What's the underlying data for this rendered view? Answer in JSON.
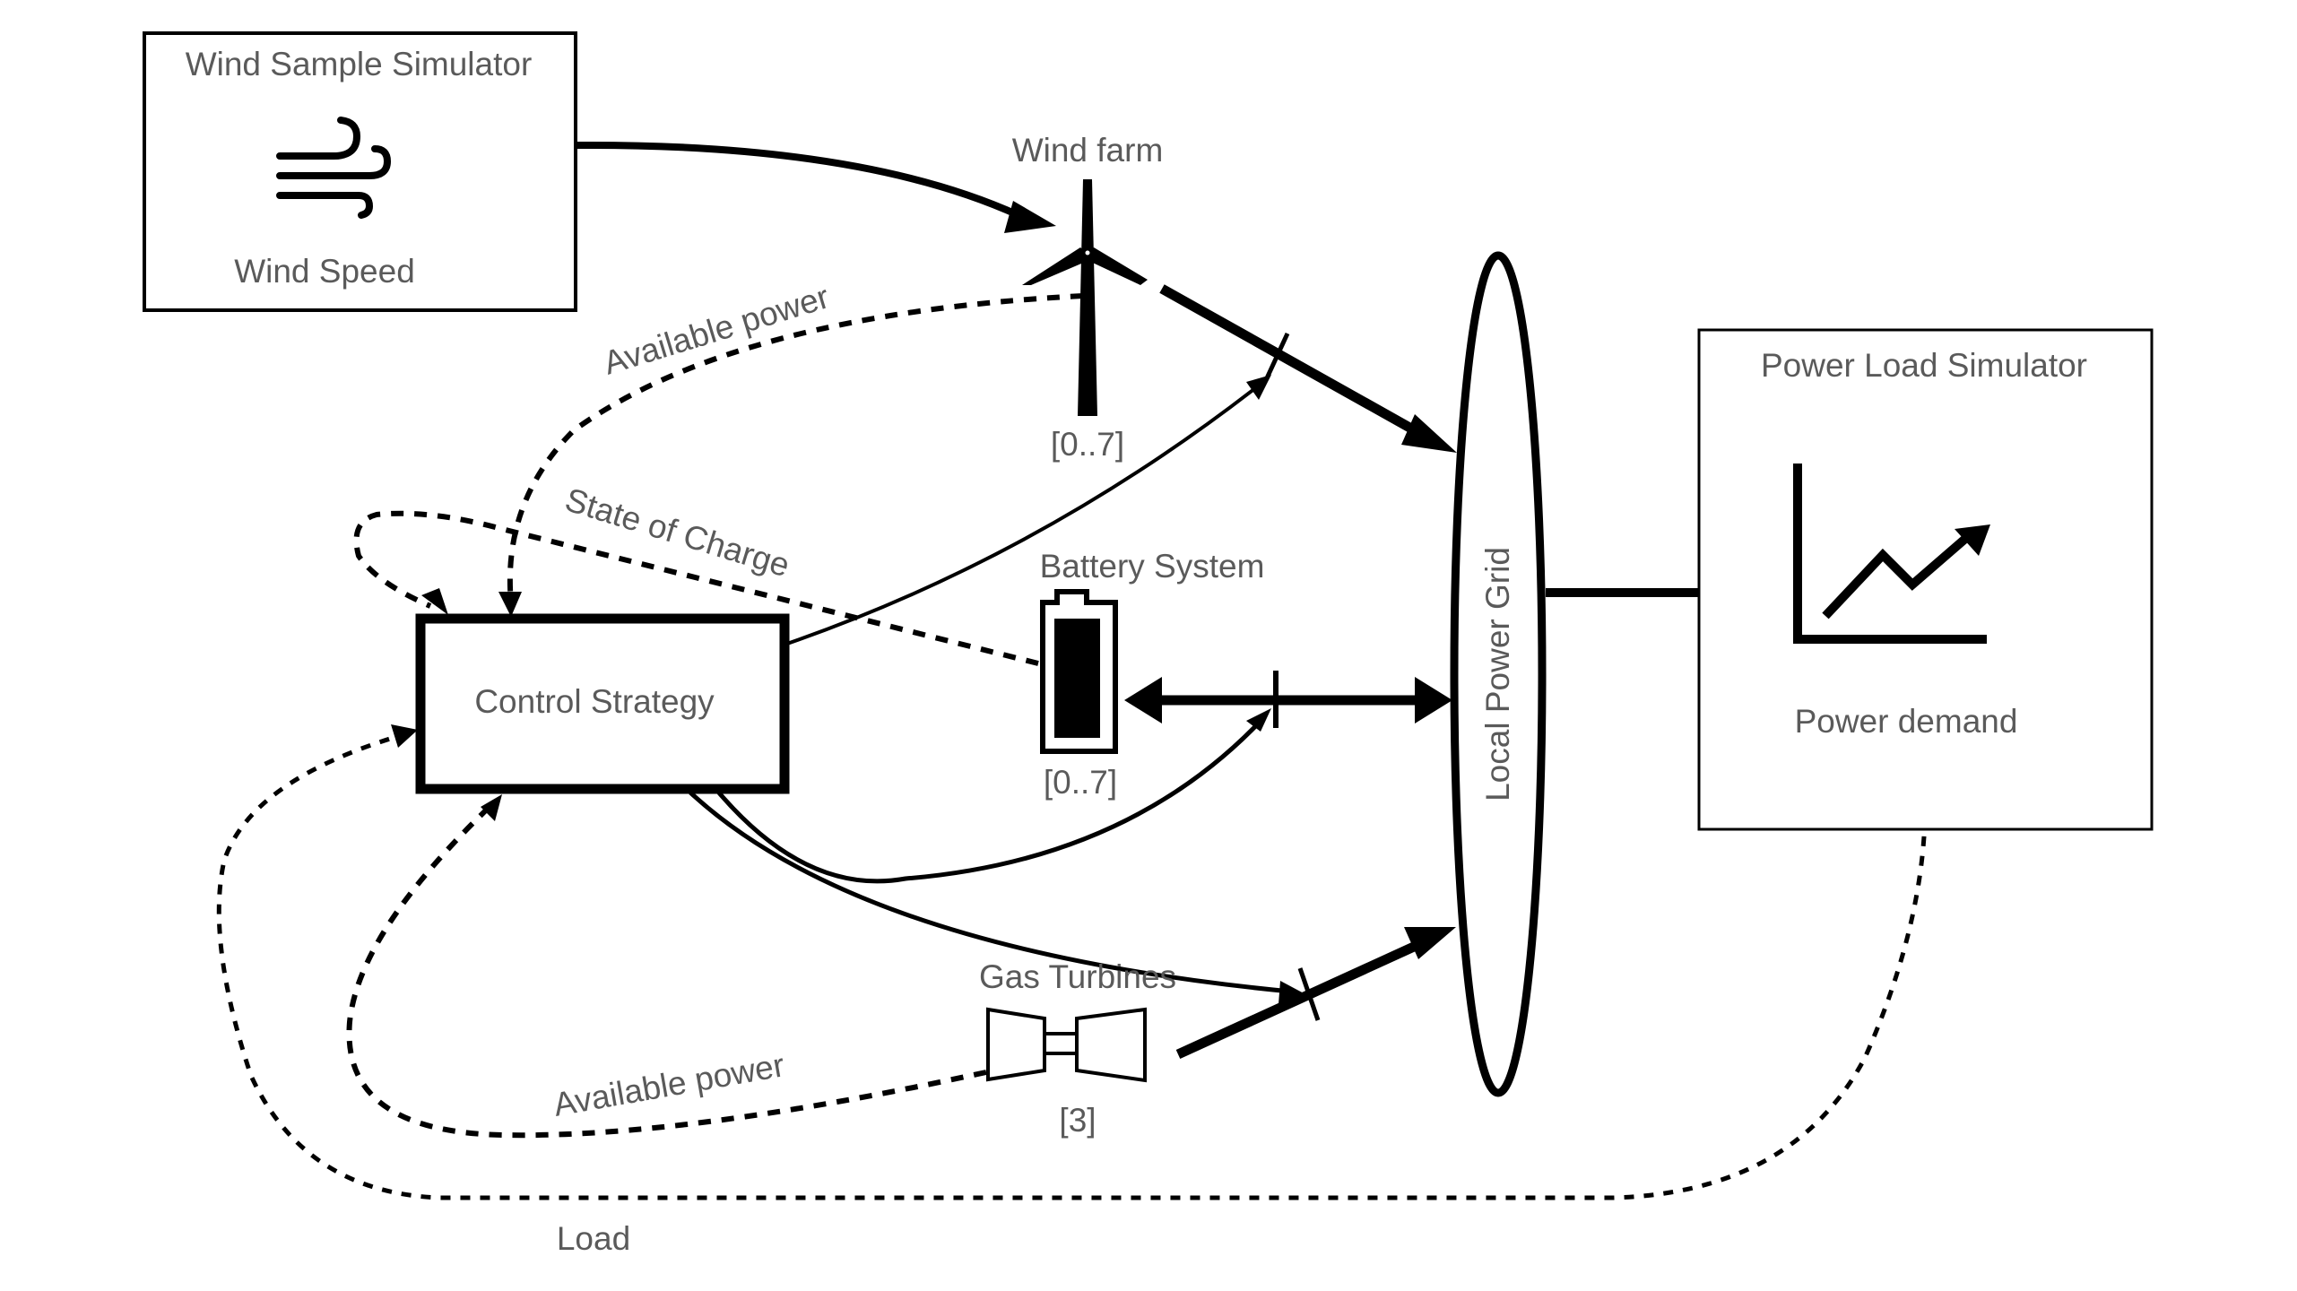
{
  "nodes": {
    "wind_simulator": {
      "title": "Wind Sample Simulator",
      "output_label": "Wind Speed",
      "icon": "wind-icon"
    },
    "wind_farm": {
      "title": "Wind farm",
      "multiplicity": "[0..7]",
      "icon": "wind-turbine-icon"
    },
    "battery": {
      "title": "Battery System",
      "multiplicity": "[0..7]",
      "icon": "battery-icon"
    },
    "gas_turbines": {
      "title": "Gas Turbines",
      "multiplicity": "[3]",
      "icon": "gas-turbine-icon"
    },
    "control": {
      "title": "Control Strategy"
    },
    "grid": {
      "title": "Local Power Grid"
    },
    "load_simulator": {
      "title": "Power Load Simulator",
      "output_label": "Power demand",
      "icon": "line-chart-icon"
    }
  },
  "edges": {
    "wind_available_power": "Available power",
    "state_of_charge": "State of Charge",
    "gas_available_power": "Available  power",
    "load": "Load"
  },
  "colors": {
    "line": "#000000",
    "text": "#5a5a5a",
    "background": "#ffffff"
  }
}
